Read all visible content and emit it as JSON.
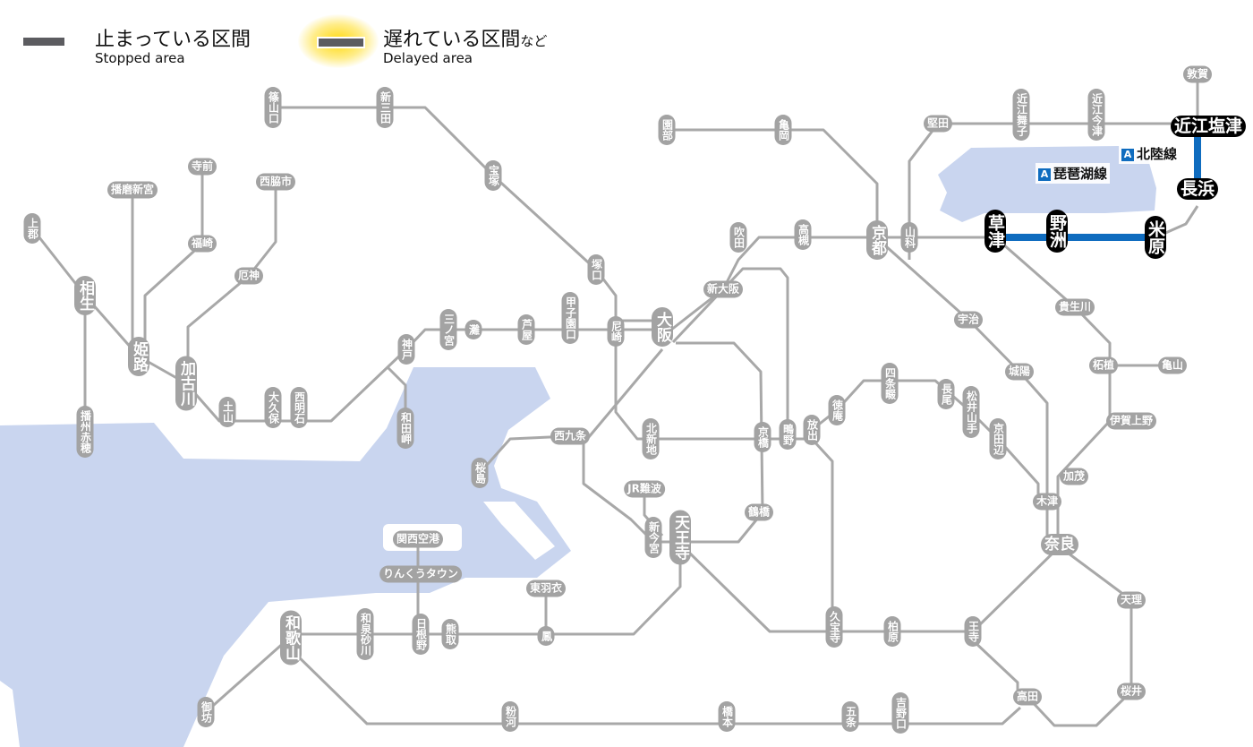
{
  "legend": {
    "stopped_jp": "止まっている区間",
    "stopped_en": "Stopped area",
    "delayed_jp": "遅れている区間",
    "delayed_jp_suffix": "など",
    "delayed_en": "Delayed area"
  },
  "colors": {
    "line": "#a8a8a8",
    "station": "#a3a3a3",
    "water": "#c9d5ef",
    "delayed_line": "#0f6cbf",
    "delayed_glow": "#ffd400",
    "stopped_line": "#5c5c60"
  },
  "line_labels": [
    {
      "badge": "A",
      "name": "北陸線"
    },
    {
      "badge": "A",
      "name": "琵琶湖線"
    }
  ],
  "stations": [
    {
      "name": "上郡"
    },
    {
      "name": "相生"
    },
    {
      "name": "播州赤穂"
    },
    {
      "name": "播磨新宮"
    },
    {
      "name": "寺前"
    },
    {
      "name": "福崎"
    },
    {
      "name": "西脇市"
    },
    {
      "name": "姫路"
    },
    {
      "name": "厄神"
    },
    {
      "name": "加古川"
    },
    {
      "name": "土山"
    },
    {
      "name": "大久保"
    },
    {
      "name": "西明石"
    },
    {
      "name": "神戸"
    },
    {
      "name": "和田岬"
    },
    {
      "name": "篠山口"
    },
    {
      "name": "新三田"
    },
    {
      "name": "宝塚"
    },
    {
      "name": "塚口"
    },
    {
      "name": "三ノ宮"
    },
    {
      "name": "灘"
    },
    {
      "name": "芦屋"
    },
    {
      "name": "甲子園口"
    },
    {
      "name": "尼崎"
    },
    {
      "name": "大阪"
    },
    {
      "name": "新大阪"
    },
    {
      "name": "吹田"
    },
    {
      "name": "高槻"
    },
    {
      "name": "園部"
    },
    {
      "name": "亀岡"
    },
    {
      "name": "京都"
    },
    {
      "name": "山科"
    },
    {
      "name": "堅田"
    },
    {
      "name": "近江舞子"
    },
    {
      "name": "近江今津"
    },
    {
      "name": "敦賀"
    },
    {
      "name": "近江塩津",
      "status": "delayed"
    },
    {
      "name": "長浜",
      "status": "delayed"
    },
    {
      "name": "米原",
      "status": "delayed"
    },
    {
      "name": "野洲",
      "status": "delayed"
    },
    {
      "name": "草津",
      "status": "delayed"
    },
    {
      "name": "宇治"
    },
    {
      "name": "貴生川"
    },
    {
      "name": "柘植"
    },
    {
      "name": "亀山"
    },
    {
      "name": "伊賀上野"
    },
    {
      "name": "城陽"
    },
    {
      "name": "加茂"
    },
    {
      "name": "木津"
    },
    {
      "name": "奈良"
    },
    {
      "name": "天理"
    },
    {
      "name": "桜井"
    },
    {
      "name": "高田"
    },
    {
      "name": "王寺"
    },
    {
      "name": "柏原"
    },
    {
      "name": "久宝寺"
    },
    {
      "name": "五条"
    },
    {
      "name": "吉野口"
    },
    {
      "name": "橋本"
    },
    {
      "name": "粉河"
    },
    {
      "name": "和歌山"
    },
    {
      "name": "御坊"
    },
    {
      "name": "和泉砂川"
    },
    {
      "name": "日根野"
    },
    {
      "name": "熊取"
    },
    {
      "name": "関西空港"
    },
    {
      "name": "りんくうタウン"
    },
    {
      "name": "東羽衣"
    },
    {
      "name": "鳳"
    },
    {
      "name": "天王寺"
    },
    {
      "name": "新今宮"
    },
    {
      "name": "JR難波"
    },
    {
      "name": "鶴橋"
    },
    {
      "name": "京橋"
    },
    {
      "name": "鴫野"
    },
    {
      "name": "放出"
    },
    {
      "name": "徳庵"
    },
    {
      "name": "四条畷"
    },
    {
      "name": "長尾"
    },
    {
      "name": "松井山手"
    },
    {
      "name": "京田辺"
    },
    {
      "name": "北新地"
    },
    {
      "name": "西九条"
    },
    {
      "name": "桜島"
    }
  ]
}
